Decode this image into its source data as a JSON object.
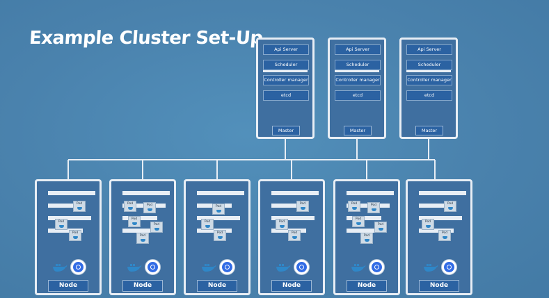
{
  "title": "Example Cluster Set-Up",
  "master": {
    "components": [
      "Api Server",
      "Scheduler",
      "Controller manager",
      "etcd"
    ],
    "label": "Master"
  },
  "node": {
    "label": "Node",
    "pod_label": "Pod"
  },
  "colors": {
    "background": "#4a82ad",
    "box_fill": "#3f6fa0",
    "border": "#e8eef5",
    "label_fill": "#2b62a2",
    "docker_blue": "#2f87c8",
    "kubernetes_blue": "#326ce5"
  },
  "icons": [
    "docker-whale-icon",
    "kubernetes-icon",
    "pod-icon"
  ]
}
